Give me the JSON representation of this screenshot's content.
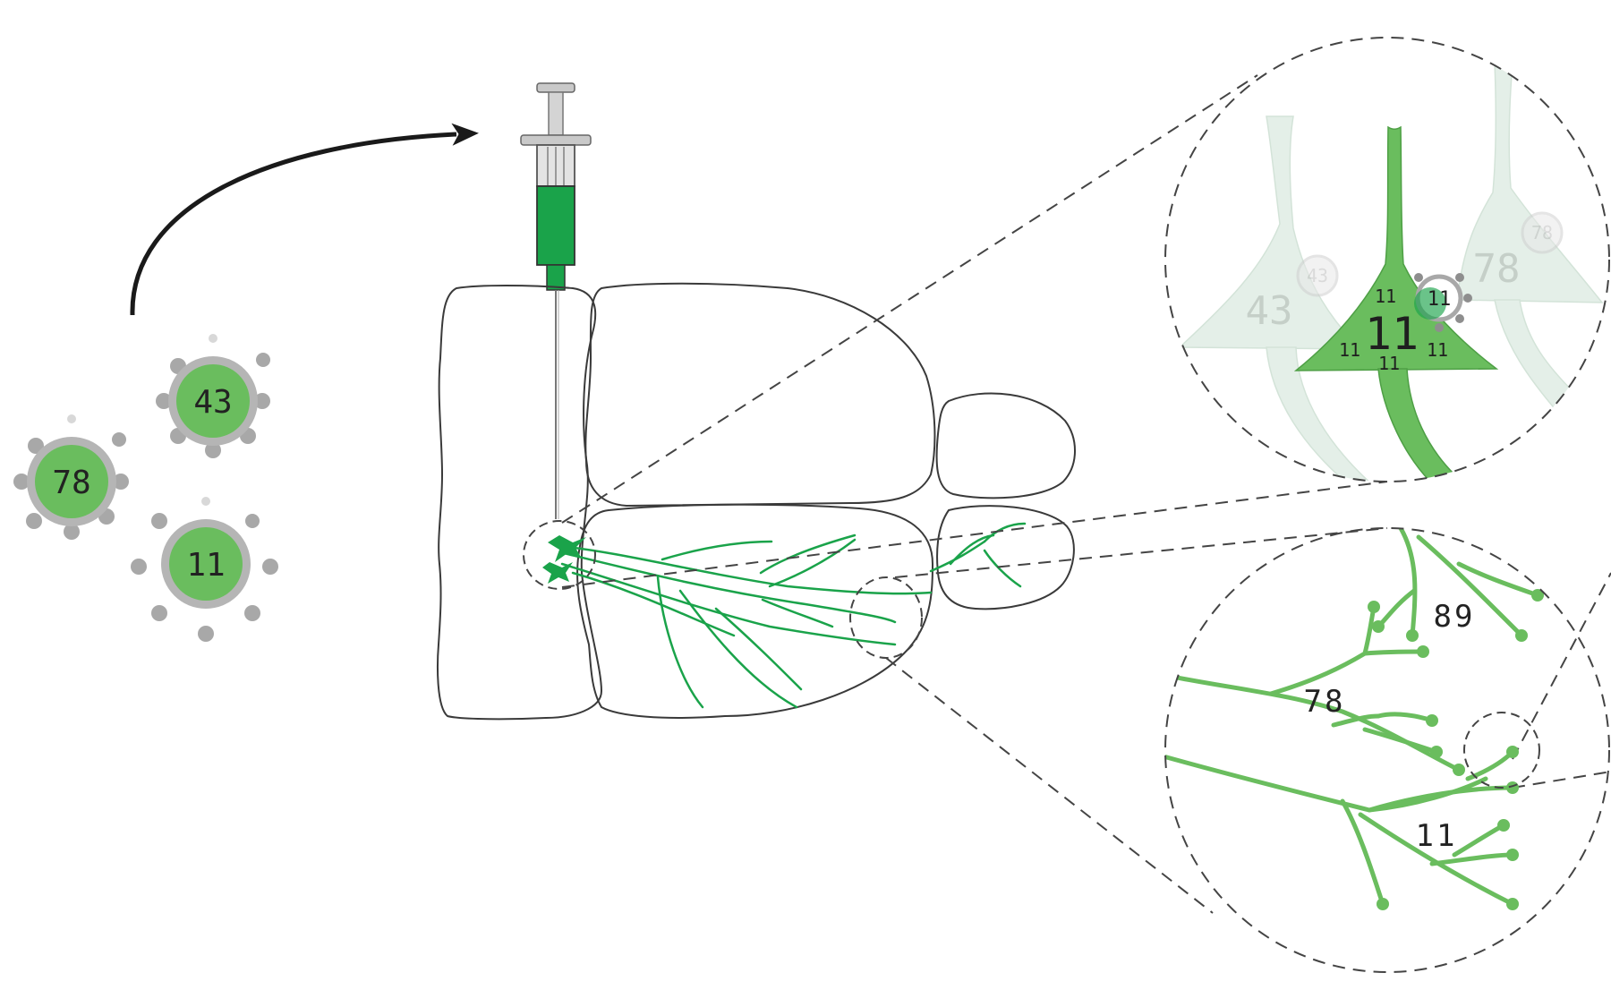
{
  "colors": {
    "accent_green": "#1aa34a",
    "virus_fill": "#6abd5e",
    "faded_cell": "#e4efe8",
    "outline": "#3a3a3a",
    "dots": "#a8a8a8"
  },
  "viruses": [
    {
      "id": "virus-43",
      "label": "43"
    },
    {
      "id": "virus-78",
      "label": "78"
    },
    {
      "id": "virus-11",
      "label": "11"
    }
  ],
  "soma_zoom": {
    "faded_cells": [
      "43",
      "78"
    ],
    "faded_particles": [
      "43",
      "78"
    ],
    "highlight_cell": "11",
    "highlight_particle": "11",
    "small_labels": [
      "11",
      "11",
      "11",
      "11"
    ]
  },
  "axon_zoom": {
    "labels": [
      "89",
      "78",
      "11"
    ]
  }
}
